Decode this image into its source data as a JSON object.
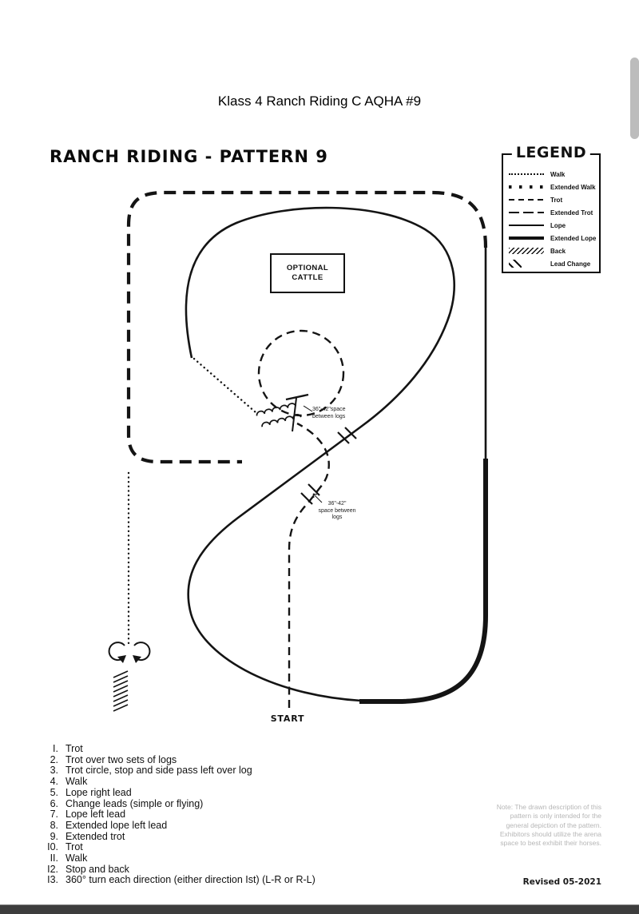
{
  "page": {
    "title": "Klass 4 Ranch Riding C AQHA #9",
    "heading": "RANCH RIDING - PATTERN 9",
    "revised": "Revised 05-2021"
  },
  "legend": {
    "title": "LEGEND",
    "items": [
      {
        "label": "Walk"
      },
      {
        "label": "Extended Walk"
      },
      {
        "label": "Trot"
      },
      {
        "label": "Extended Trot"
      },
      {
        "label": "Lope"
      },
      {
        "label": "Extended Lope"
      },
      {
        "label": "Back"
      },
      {
        "label": "Lead Change"
      }
    ]
  },
  "diagram": {
    "optional_cattle": {
      "line1": "OPTIONAL",
      "line2": "CATTLE"
    },
    "logs_label_upper": {
      "line1": "36\"-42\"space",
      "line2": "between logs"
    },
    "logs_label_lower": {
      "line1": "36\"-42\"",
      "line2": "space between",
      "line3": "logs"
    },
    "start_label": "START"
  },
  "maneuvers": {
    "items": [
      {
        "num": "I.",
        "text": "Trot"
      },
      {
        "num": "2.",
        "text": "Trot over two sets of logs"
      },
      {
        "num": "3.",
        "text": "Trot circle, stop and side pass left over log"
      },
      {
        "num": "4.",
        "text": "Walk"
      },
      {
        "num": "5.",
        "text": "Lope right lead"
      },
      {
        "num": "6.",
        "text": "Change leads (simple or flying)"
      },
      {
        "num": "7.",
        "text": "Lope left lead"
      },
      {
        "num": "8.",
        "text": "Extended lope left lead"
      },
      {
        "num": "9.",
        "text": "Extended trot"
      },
      {
        "num": "I0.",
        "text": "Trot"
      },
      {
        "num": "II.",
        "text": "Walk"
      },
      {
        "num": "I2.",
        "text": "Stop and back"
      },
      {
        "num": "I3.",
        "text": "360° turn each direction (either direction Ist) (L-R or R-L)"
      }
    ]
  },
  "note": {
    "lines": [
      "Note: The drawn description of this",
      "pattern is only intended for the",
      "general depiction of the pattern.",
      "Exhibitors should utilize the arena",
      "space to best exhibit their horses."
    ]
  }
}
